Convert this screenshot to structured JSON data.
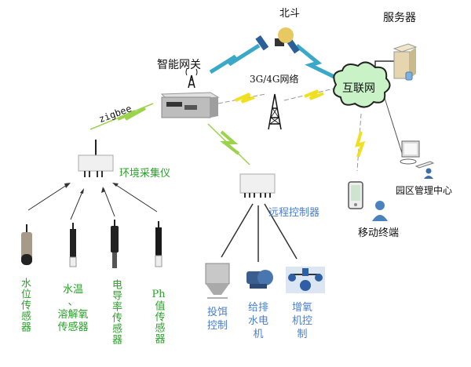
{
  "title": "智慧渔业物联网系统拓扑",
  "nodes": {
    "beidou": "北斗",
    "gateway": "智能网关",
    "network": "3G/4G网络",
    "internet": "互联网",
    "server": "服务器",
    "park_center": "园区管理中心",
    "mobile": "移动终端",
    "zigbee": "zigbee",
    "collector": "环境采集仪",
    "remote_controller": "远程控制器"
  },
  "sensors": [
    {
      "label": "水位传感器"
    },
    {
      "label_line1": "水温",
      "label_sep": "、",
      "label_line2": "溶解氧",
      "label_line3": "传感器"
    },
    {
      "label": "电导率传感器"
    },
    {
      "label_top": "Ph",
      "label": "值传感器"
    }
  ],
  "actuators": [
    {
      "label_line1": "投饵",
      "label_line2": "控制"
    },
    {
      "label_line1": "给排",
      "label_line2": "水电",
      "label_line3": "机"
    },
    {
      "label_line1": "增氧",
      "label_line2": "机控",
      "label_line3": "制"
    }
  ],
  "colors": {
    "sensor_text": "#2aa12a",
    "actuator_text": "#4a7fd0",
    "lightning_blue": "#3aa8c8",
    "lightning_green": "#9bd34a",
    "lightning_yellow": "#f0e020",
    "cloud_fill": "#c9f2c7"
  }
}
